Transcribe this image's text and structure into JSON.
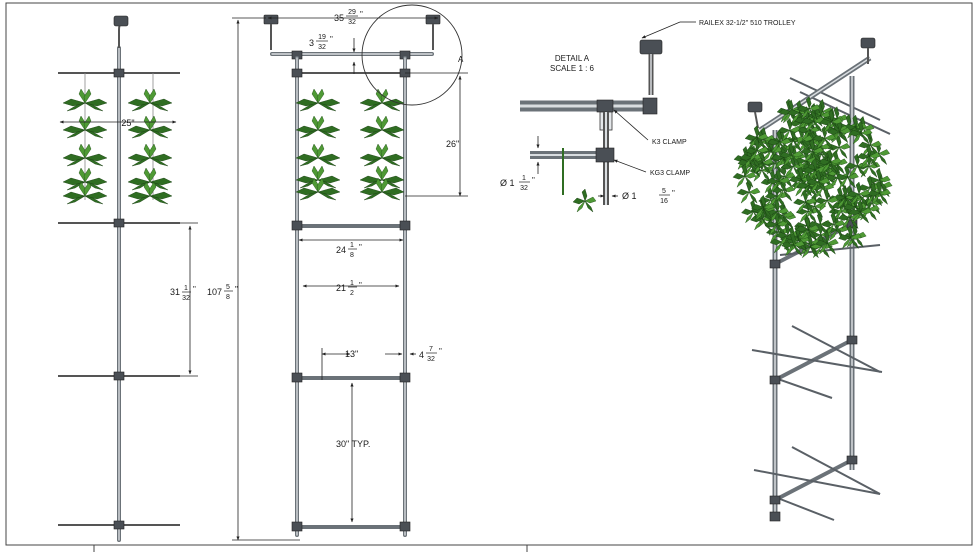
{
  "labels": {
    "trolley": "RAILEX 32-1/2\" 510 TROLLEY",
    "detail_title": "DETAIL A",
    "detail_scale": "SCALE 1 : 6",
    "detail_marker": "A",
    "k3_clamp": "K3 CLAMP",
    "kg3_clamp": "KG3 CLAMP"
  },
  "dimensions": {
    "side_width": "25\"",
    "side_spacing_whole": "31",
    "side_spacing_num": "1",
    "side_spacing_den": "32",
    "side_spacing_unit": "\"",
    "top_width_whole": "35",
    "top_width_num": "29",
    "top_width_den": "32",
    "top_width_unit": "\"",
    "top_drop_whole": "3",
    "top_drop_num": "19",
    "top_drop_den": "32",
    "top_drop_unit": "\"",
    "overall_height_whole": "107",
    "overall_height_num": "5",
    "overall_height_den": "8",
    "overall_height_unit": "\"",
    "canopy_height": "26\"",
    "bar_width_whole": "24",
    "bar_width_num": "1",
    "bar_width_den": "8",
    "bar_width_unit": "\"",
    "inner_width_whole": "21",
    "inner_width_num": "1",
    "inner_width_den": "2",
    "inner_width_unit": "\"",
    "half_span": "13\"",
    "offset_whole": "4",
    "offset_num": "7",
    "offset_den": "32",
    "offset_unit": "\"",
    "tier_spacing": "30\" TYP.",
    "pipe_dia_prefix": "Ø 1",
    "pipe_dia_num": "1",
    "pipe_dia_den": "32",
    "pipe_dia_unit": "\"",
    "post_dia_prefix": "Ø 1",
    "post_dia_num": "5",
    "post_dia_den": "16",
    "post_dia_unit": "\""
  },
  "colors": {
    "pipe": "#6b7278",
    "clamp": "#4a4f55",
    "leaf_dark": "#2f6d22",
    "leaf_light": "#4f9a35",
    "dimension_line": "#222222"
  }
}
